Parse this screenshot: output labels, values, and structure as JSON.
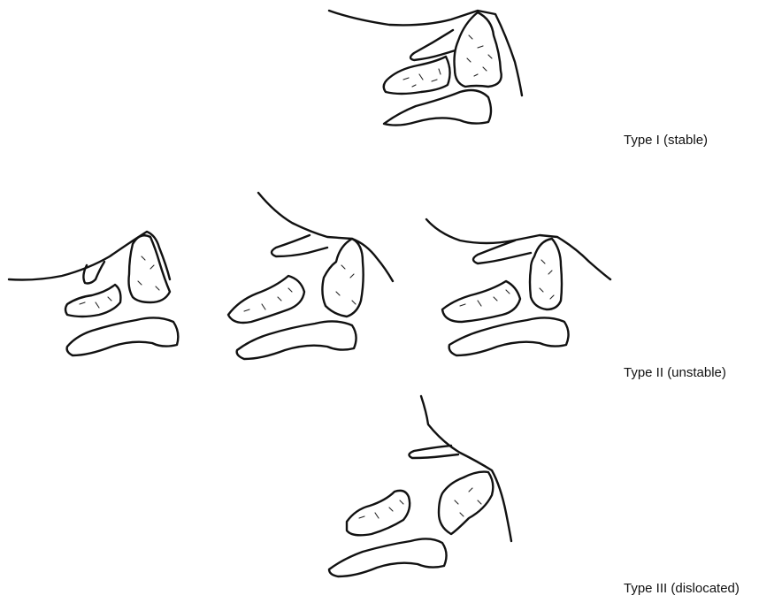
{
  "captions": {
    "type1": "Type I (stable)",
    "type2": "Type II (unstable)",
    "type3": "Type III (dislocated)"
  },
  "colors": {
    "ink": "#111111",
    "background": "#ffffff"
  }
}
